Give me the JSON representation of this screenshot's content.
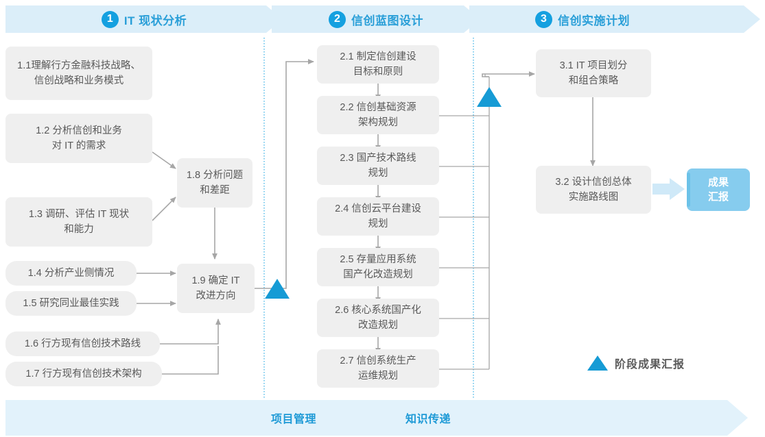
{
  "phases": [
    {
      "number": "1",
      "title": "IT 现状分析"
    },
    {
      "number": "2",
      "title": "信创蓝图设计"
    },
    {
      "number": "3",
      "title": "信创实施计划"
    }
  ],
  "colors": {
    "band": "#dbeef9",
    "band_edge": "#ffffff",
    "accent": "#2a9fd8",
    "circle": "#14a0e0",
    "box_fill": "#efefef",
    "box_text": "#595959",
    "connector": "#a6a6a6",
    "milestone": "#169bd5",
    "result_fill": "#86ccee",
    "divider": "#4bb8e8"
  },
  "phase1_boxes": [
    {
      "id": "1.1",
      "text": "1.1理解行方金融科技战略、\n信创战略和业务模式"
    },
    {
      "id": "1.2",
      "text": "1.2 分析信创和业务\n对 IT 的需求"
    },
    {
      "id": "1.3",
      "text": "1.3 调研、评估 IT 现状\n和能力"
    },
    {
      "id": "1.4",
      "text": "1.4 分析产业侧情况"
    },
    {
      "id": "1.5",
      "text": "1.5 研究同业最佳实践"
    },
    {
      "id": "1.6",
      "text": "1.6 行方现有信创技术路线"
    },
    {
      "id": "1.7",
      "text": "1.7 行方现有信创技术架构"
    }
  ],
  "phase1_mid_boxes": [
    {
      "id": "1.8",
      "text": "1.8 分析问题\n和差距"
    },
    {
      "id": "1.9",
      "text": "1.9 确定 IT\n改进方向"
    }
  ],
  "phase2_boxes": [
    {
      "id": "2.1",
      "text": "2.1 制定信创建设\n目标和原则"
    },
    {
      "id": "2.2",
      "text": "2.2 信创基础资源\n架构规划"
    },
    {
      "id": "2.3",
      "text": "2.3 国产技术路线\n规划"
    },
    {
      "id": "2.4",
      "text": "2.4 信创云平台建设\n规划"
    },
    {
      "id": "2.5",
      "text": "2.5 存量应用系统\n国产化改造规划"
    },
    {
      "id": "2.6",
      "text": "2.6 核心系统国产化\n改造规划"
    },
    {
      "id": "2.7",
      "text": "2.7 信创系统生产\n运维规划"
    }
  ],
  "phase3_boxes": [
    {
      "id": "3.1",
      "text": "3.1 IT 项目划分\n和组合策略"
    },
    {
      "id": "3.2",
      "text": "3.2 设计信创总体\n实施路线图"
    }
  ],
  "result": {
    "text": "成果\n汇报"
  },
  "legend": {
    "text": "阶段成果汇报",
    "icon": "triangle-up-icon"
  },
  "bottom_labels": [
    {
      "text": "项目管理"
    },
    {
      "text": "知识传递"
    }
  ]
}
